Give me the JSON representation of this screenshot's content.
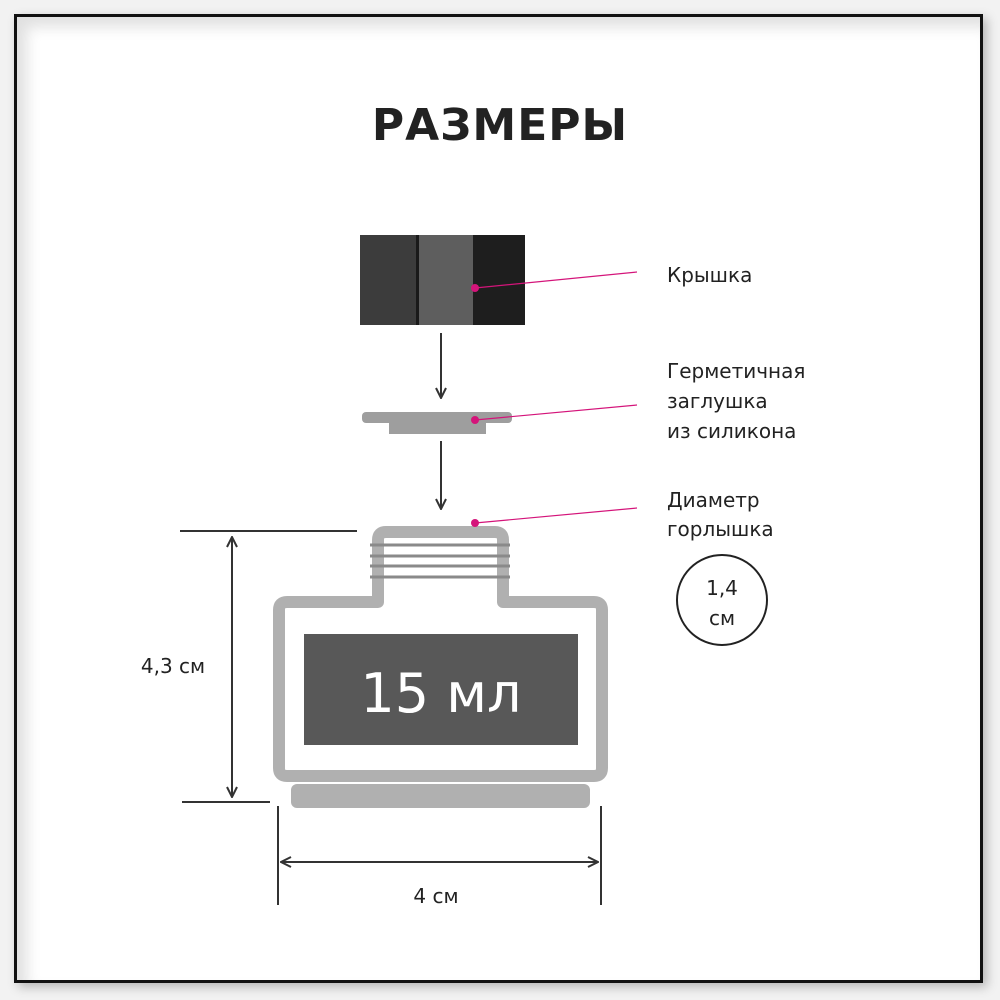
{
  "title": "РАЗМЕРЫ",
  "parts": {
    "cap": "Крышка",
    "plug": [
      "Герметичная",
      "заглушка",
      "из силикона"
    ],
    "neck": [
      "Диаметр",
      "горлышка"
    ]
  },
  "neck_diameter": {
    "value": "1,4",
    "unit": "см"
  },
  "volume_label": "15 мл",
  "height_label": "4,3 см",
  "width_label": "4 см",
  "colors": {
    "accent": "#d4147a",
    "bottle": "#b0b0b0",
    "label_bg": "#585858",
    "text": "#222222"
  }
}
